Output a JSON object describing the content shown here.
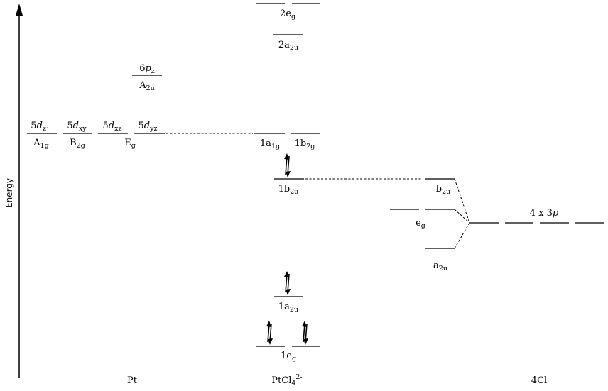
{
  "axis": {
    "label": "Energy"
  },
  "columns": {
    "left": "Pt",
    "center": "PtCl",
    "center_sub": "4",
    "center_sup": "2-",
    "right": "4Cl"
  },
  "pt": {
    "p_top_main": "6",
    "p_top_ital": "p",
    "p_top_sub": "z",
    "p_bot_main": "A",
    "p_bot_sub": "2u",
    "d1_main": "5",
    "d1_ital": "d",
    "d1_sub": "z²",
    "d1_sym": "A",
    "d1_sym_sub": "1g",
    "d2_main": "5",
    "d2_ital": "d",
    "d2_sub": "xy",
    "d2_sym": "B",
    "d2_sym_sub": "2g",
    "d3_main": "5",
    "d3_ital": "d",
    "d3_sub": "xz",
    "d3_sym": "E",
    "d3_sym_sub": "g",
    "d4_main": "5",
    "d4_ital": "d",
    "d4_sub": "yz"
  },
  "mo": {
    "eg2_main": "2e",
    "eg2_sub": "g",
    "a2u2_main": "2a",
    "a2u2_sub": "2u",
    "a1g1_main": "1a",
    "a1g1_sub": "1g",
    "b2g1_main": "1b",
    "b2g1_sub": "2g",
    "b2u1_main": "1b",
    "b2u1_sub": "2u",
    "a2u1_main": "1a",
    "a2u1_sub": "2u",
    "eg1_main": "1e",
    "eg1_sub": "g"
  },
  "cl": {
    "b2u_main": "b",
    "b2u_sub": "2u",
    "eg_main": "e",
    "eg_sub": "g",
    "a2u_main": "a",
    "a2u_sub": "2u",
    "p_main": "4 x 3",
    "p_ital": "p"
  }
}
